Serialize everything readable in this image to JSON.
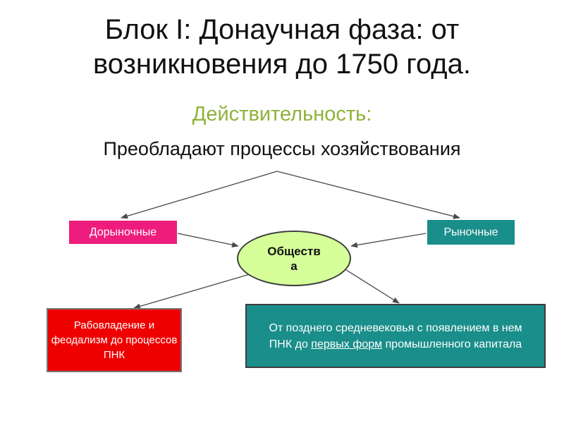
{
  "slide": {
    "title_line1": "Блок I: Донаучная фаза: от",
    "title_line2": "возникновения до 1750 года.",
    "subtitle": "Действительность:",
    "lead": "Преобладают процессы хозяйствования"
  },
  "diagram": {
    "pre_market": "Дорыночные",
    "market": "Рыночные",
    "society_line1": "Обществ",
    "society_line2": "а",
    "slavery": "Рабовладение и феодализм до процессов ПНК",
    "late_medieval": {
      "part1": "От позднего  средневековья с появлением в нем ПНК до ",
      "link1": "первых",
      "space": " ",
      "link2": "форм",
      "part2": " промышленного капитала"
    }
  },
  "colors": {
    "subtitle": "#8fb23a",
    "pre_market_fill": "#ee1d7d",
    "market_fill": "#1a8e8a",
    "society_fill": "#d6ff9a",
    "slavery_fill": "#ee0000",
    "late_medieval_fill": "#1a8e8a"
  }
}
